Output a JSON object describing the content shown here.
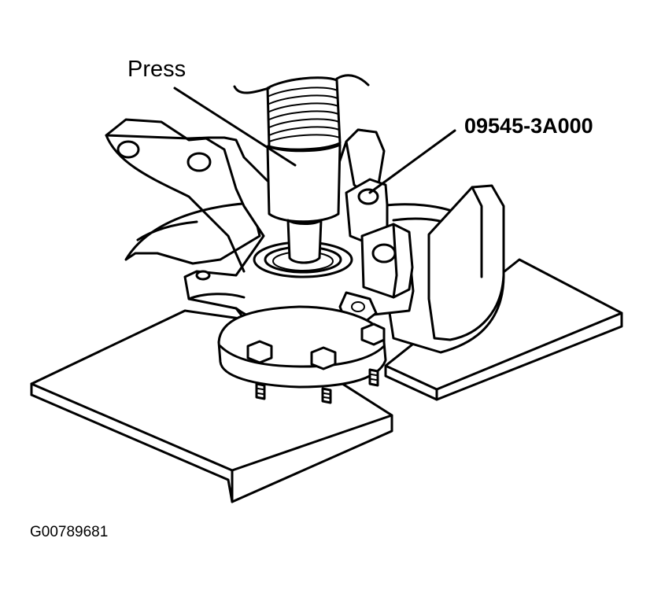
{
  "labels": {
    "press": "Press",
    "tool": "09545-3A000",
    "figure_id": "G00789681"
  },
  "colors": {
    "ink": "#000000",
    "paper": "#ffffff"
  }
}
